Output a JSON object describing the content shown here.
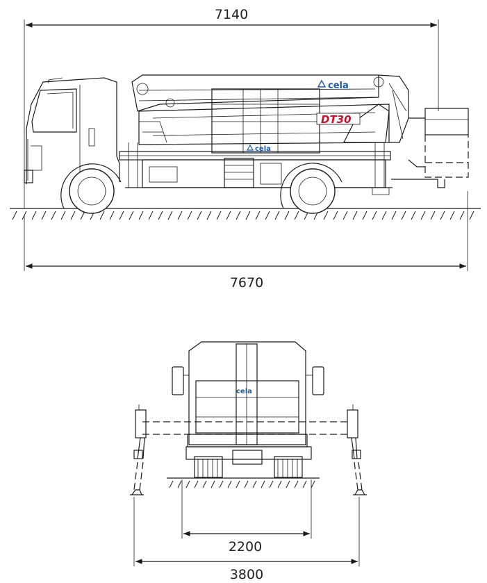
{
  "dimensions": {
    "overall_length_transport": "7140",
    "overall_length_with_platform": "7670",
    "wheel_track": "2200",
    "outrigger_spread": "3800"
  },
  "branding": {
    "logo_text": "cela",
    "model_text": "DT30",
    "brand_color": "#1f5aa6",
    "model_color": "#c8102e"
  }
}
